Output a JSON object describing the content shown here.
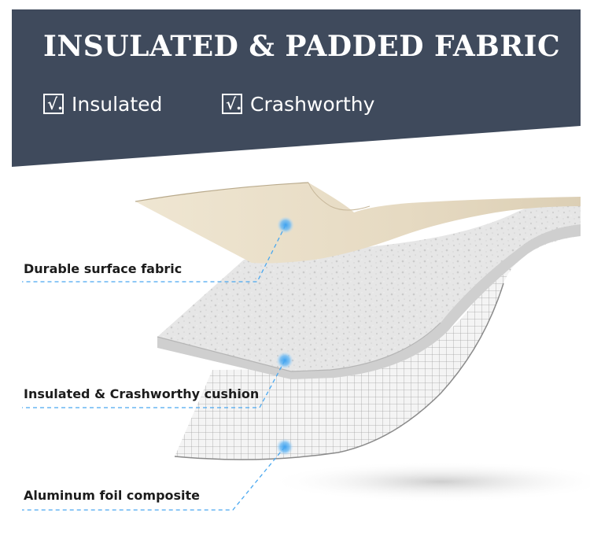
{
  "banner": {
    "title": "INSULATED & PADDED FABRIC",
    "color": "#3f4a5c",
    "features": [
      {
        "check": "√.",
        "label": "Insulated",
        "icon": "checkbox-icon"
      },
      {
        "check": "√.",
        "label": "Crashworthy",
        "icon": "checkbox-icon"
      }
    ]
  },
  "layers": [
    {
      "label": "Durable surface fabric",
      "color": "#e7dcc6"
    },
    {
      "label": "Insulated & Crashworthy cushion",
      "color": "#e3e3e3"
    },
    {
      "label": "Aluminum foil composite",
      "color": "#f4f4f4"
    }
  ],
  "accent": "#4aa8f0"
}
